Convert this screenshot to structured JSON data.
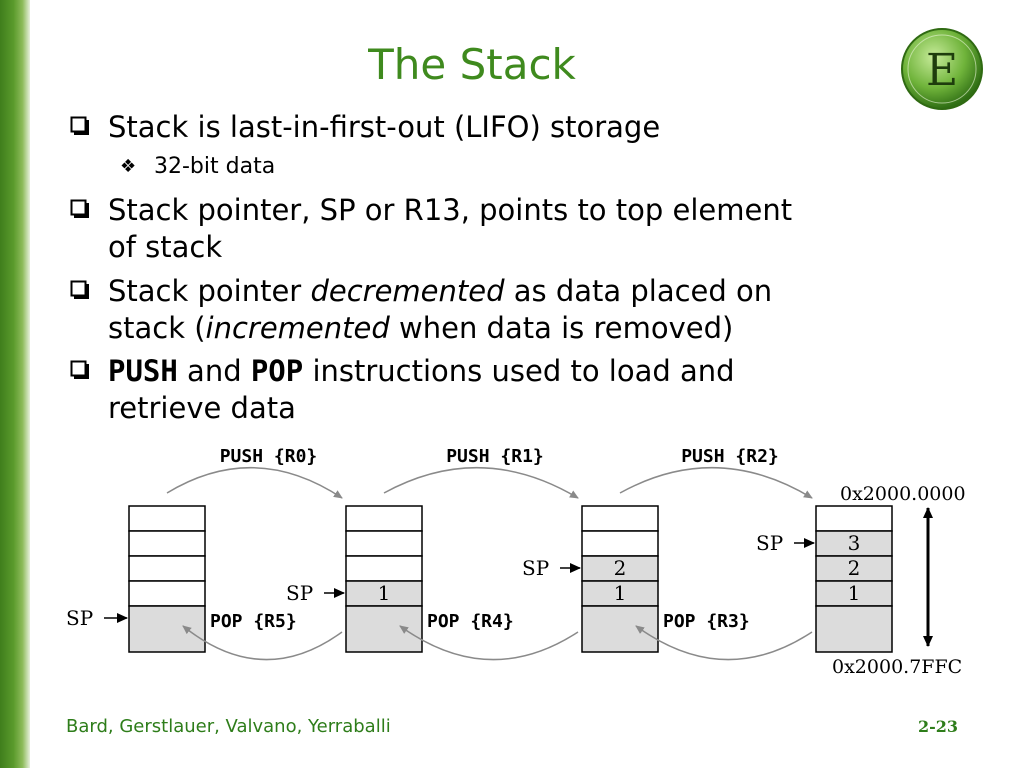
{
  "slide": {
    "title": "The Stack",
    "bullets": [
      {
        "text": "Stack is last-in-first-out (LIFO) storage"
      },
      {
        "text_pre": "Stack pointer, SP or R13, points to top element",
        "text_cont": "of stack"
      },
      {
        "pre": "Stack pointer ",
        "em1": "decremented",
        "mid": " as data placed on",
        "line2_pre": "stack (",
        "em2": "incremented",
        "post": " when data is removed)"
      },
      {
        "code1": "PUSH",
        "mid": " and ",
        "code2": "POP",
        "post": " instructions used to load and",
        "line2": "retrieve data"
      }
    ],
    "sub_bullet": "32-bit data",
    "footer_left": "Bard, Gerstlauer, Valvano, Yerraballi",
    "page_number": "2-23",
    "accent_color": "#3f8a1e",
    "logo_icon": "texas-e-logo-icon",
    "bullet_icon": "checkbox-bullet-icon",
    "sub_bullet_icon": "diamond-bullet-icon"
  },
  "diagram": {
    "push_labels": [
      "PUSH {R0}",
      "PUSH {R1}",
      "PUSH {R2}"
    ],
    "pop_labels": [
      "POP {R5}",
      "POP {R4}",
      "POP {R3}"
    ],
    "sp_label": "SP",
    "addr_top": "0x2000.0000",
    "addr_bottom": "0x2000.7FFC",
    "stacks": [
      {
        "sp_row": 4,
        "values": [
          "",
          "",
          "",
          "",
          ""
        ]
      },
      {
        "sp_row": 3,
        "values": [
          "",
          "",
          "",
          "1",
          ""
        ]
      },
      {
        "sp_row": 2,
        "values": [
          "",
          "",
          "2",
          "1",
          ""
        ]
      },
      {
        "sp_row": 1,
        "values": [
          "",
          "3",
          "2",
          "1",
          ""
        ]
      }
    ]
  }
}
